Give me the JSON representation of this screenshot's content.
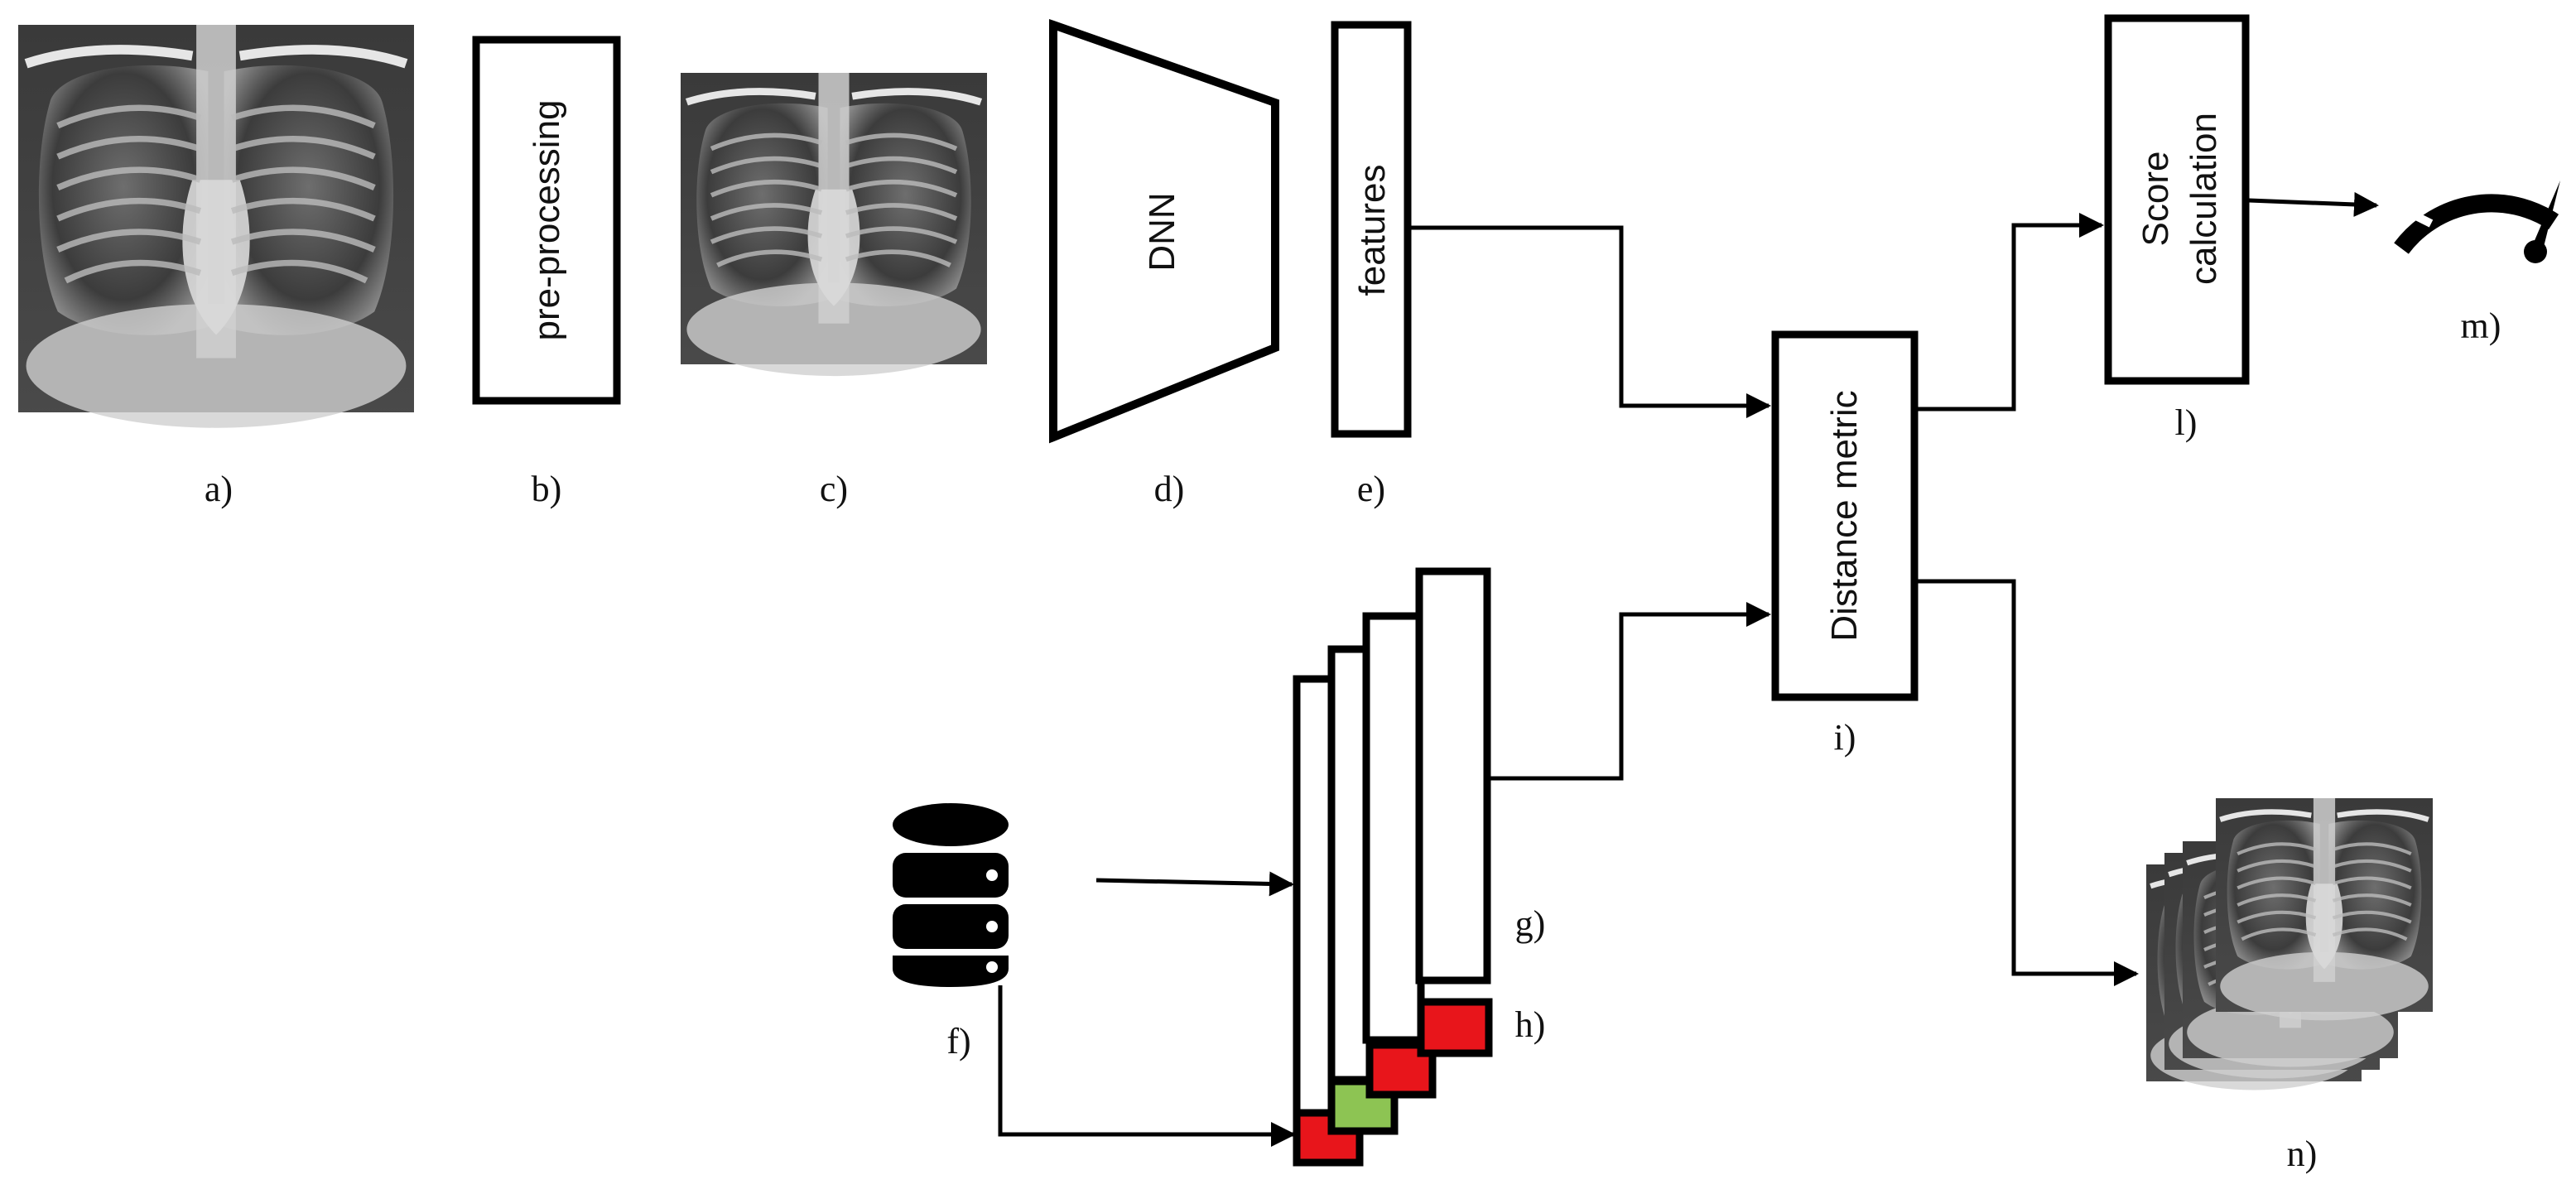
{
  "boxes": {
    "preprocessing": "pre-processing",
    "dnn": "DNN",
    "features": "features",
    "distance": "Distance metric",
    "score_line1": "Score",
    "score_line2": "calculation"
  },
  "labels": {
    "a": "a)",
    "b": "b)",
    "c": "c)",
    "d": "d)",
    "e": "e)",
    "f": "f)",
    "g": "g)",
    "h": "h)",
    "i": "i)",
    "l": "l)",
    "m": "m)",
    "n": "n)"
  },
  "icons": {
    "database": "database-icon",
    "gauge": "gauge-icon",
    "xray": "chest-xray-image"
  },
  "colors": {
    "stroke": "#000000",
    "label_red": "#e8151b",
    "label_green": "#8dc453"
  }
}
